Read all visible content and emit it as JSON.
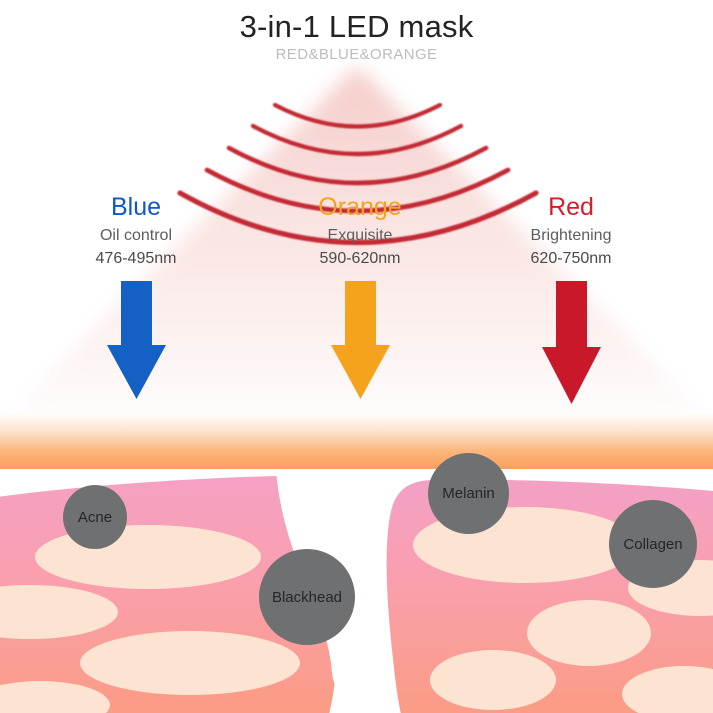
{
  "header": {
    "title": "3-in-1 LED mask",
    "subtitle": "RED&BLUE&ORANGE"
  },
  "lights": [
    {
      "name": "Blue",
      "effect": "Oil control",
      "wavelength": "476-495nm",
      "name_color": "#1155cc",
      "arrow_color": "#1560c4"
    },
    {
      "name": "Orange",
      "effect": "Exquisite",
      "wavelength": "590-620nm",
      "name_color": "#f5a21d",
      "arrow_color": "#f5a21d"
    },
    {
      "name": "Red",
      "effect": "Brightening",
      "wavelength": "620-750nm",
      "name_color": "#d51d2c",
      "arrow_color": "#c9182a"
    }
  ],
  "skin_spots": [
    {
      "label": "Acne"
    },
    {
      "label": "Blackhead"
    },
    {
      "label": "Melanin"
    },
    {
      "label": "Collagen"
    }
  ],
  "colors": {
    "cone_light": "#fbe9e8",
    "cone_strong": "#f6d2cf",
    "wave_arc": "#c32b36",
    "skin_surface_top": "#fdf3ea",
    "skin_surface_bottom": "#f9a25e",
    "derm_top": "#f5a3c4",
    "derm_bottom": "#fb9d84",
    "fat_cell": "#fce3d2",
    "spot_fill": "#6e7072",
    "spot_text": "#262626",
    "background": "#ffffff"
  }
}
